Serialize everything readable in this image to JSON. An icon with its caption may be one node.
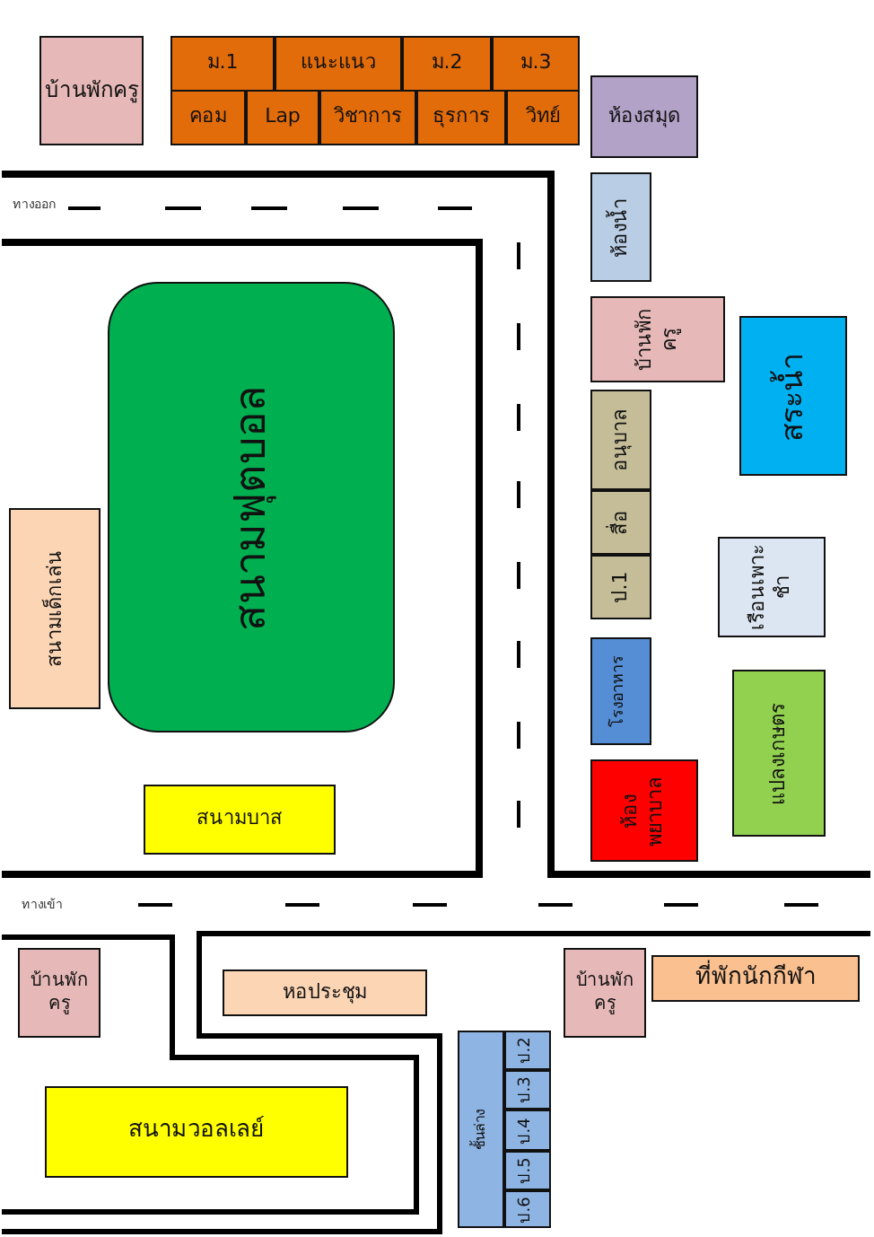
{
  "diagram": {
    "nodes": [
      {
        "text": [
          "บ้านพักครู"
        ]
      },
      {
        "text": [
          "ม.1"
        ]
      },
      {
        "text": [
          "แนะแนว"
        ]
      },
      {
        "text": [
          "ม.2"
        ]
      },
      {
        "text": [
          "ม.3"
        ]
      },
      {
        "text": [
          "คอม"
        ]
      },
      {
        "text": [
          "Lap"
        ]
      },
      {
        "text": [
          "วิชาการ"
        ]
      },
      {
        "text": [
          "ธุรการ"
        ]
      },
      {
        "text": [
          "วิทย์"
        ]
      },
      {
        "text": [
          "ห้องสมุด"
        ]
      },
      {
        "text": [
          "ห้องน้ำ"
        ]
      },
      {
        "text": [
          "บ้านพักครู"
        ]
      },
      {
        "text": [
          "สระน้ำ"
        ]
      },
      {
        "text": [
          "อนุบาล"
        ]
      },
      {
        "text": [
          "สื่อ"
        ]
      },
      {
        "text": [
          "ป.1"
        ]
      },
      {
        "text": [
          "เรือนเพาะชำ"
        ]
      },
      {
        "text": [
          "โรงอาหาร"
        ]
      },
      {
        "text": [
          "แปลงเกษตร"
        ]
      },
      {
        "text": [
          "ห้องพยาบาล"
        ]
      },
      {
        "text": [
          "สนามฟุตบอล"
        ]
      },
      {
        "text": [
          "สนามเด็กเล่น"
        ]
      },
      {
        "text": [
          "สนามบาส"
        ]
      },
      {
        "text": [
          "บ้านพักครู"
        ]
      },
      {
        "text": [
          "หอประชุม"
        ]
      },
      {
        "text": [
          "บ้านพักครู"
        ]
      },
      {
        "text": [
          "ที่พักนักกีฬา"
        ]
      },
      {
        "text": [
          "สนามวอลเลย์"
        ]
      },
      {
        "text": [
          "ชั้นล่าง"
        ]
      },
      {
        "text": [
          "ป.2"
        ]
      },
      {
        "text": [
          "ป.3"
        ]
      },
      {
        "text": [
          "ป.4"
        ]
      },
      {
        "text": [
          "ป.5"
        ]
      },
      {
        "text": [
          "ป.6"
        ]
      }
    ],
    "labels": [
      "ทางออก",
      "ทางเข้า"
    ]
  }
}
